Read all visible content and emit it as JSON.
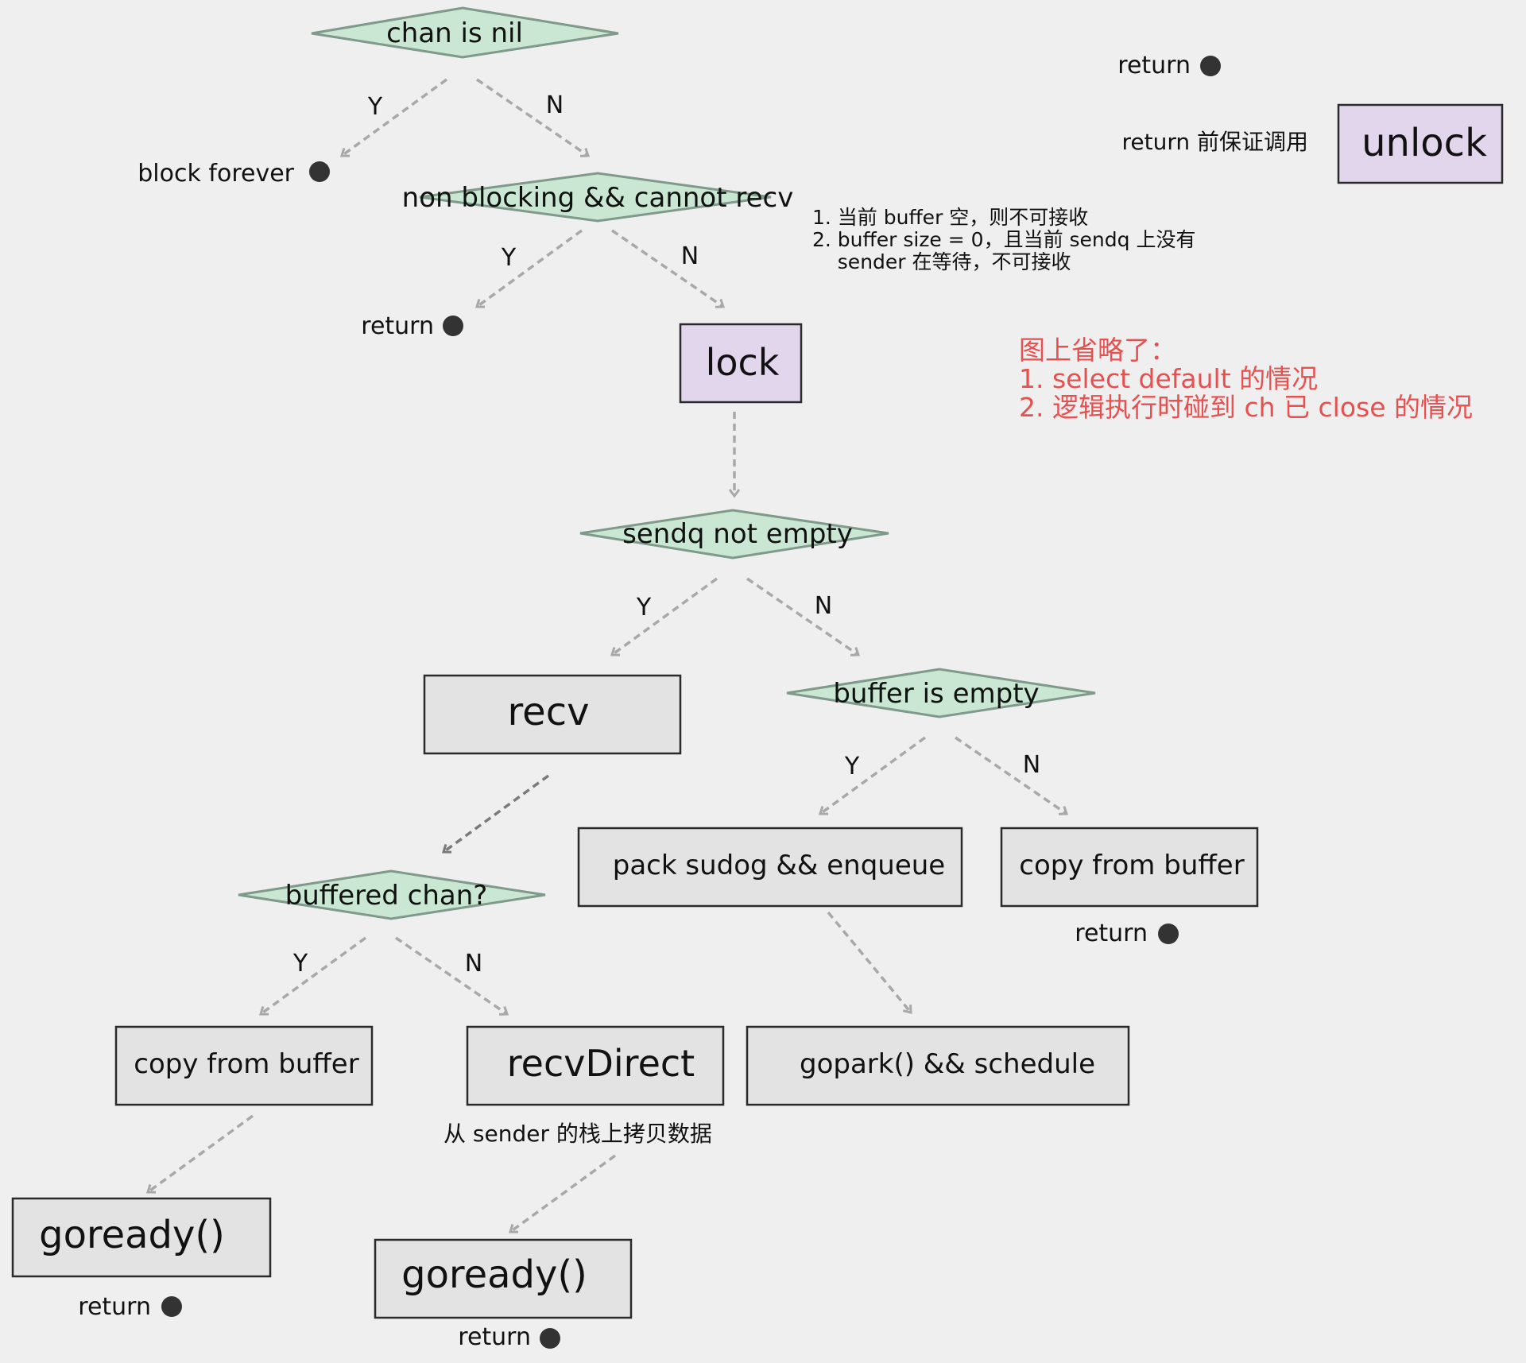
{
  "colors": {
    "background": "#efefef",
    "decision_fill": "#c9e7d2",
    "decision_stroke": "#7f9a8a",
    "process_fill": "#e3e3e3",
    "lock_fill": "#e1d6ec",
    "note_red": "#e8504f",
    "arrow": "#a8a8a8"
  },
  "decisions": {
    "chan_nil": "chan is nil",
    "non_blocking": "non blocking && cannot recv",
    "sendq": "sendq not empty",
    "buffer_empty": "buffer is empty",
    "buffered_chan": "buffered chan?"
  },
  "boxes": {
    "lock": "lock",
    "unlock": "unlock",
    "recv": "recv",
    "pack_sudog": "pack sudog && enqueue",
    "copy_from_buffer_right": "copy from buffer",
    "copy_from_buffer_left": "copy from buffer",
    "recv_direct": "recvDirect",
    "gopark": "gopark() && schedule",
    "goready_left": "goready()",
    "goready_center": "goready()"
  },
  "labels": {
    "yes": "Y",
    "no": "N",
    "block_forever": "block forever",
    "return": "return",
    "return_unlock": "return 前保证调用",
    "recv_direct_note": "从 sender 的栈上拷贝数据"
  },
  "notes": {
    "cannot_recv": [
      "1. 当前 buffer 空，则不可接收",
      "2. buffer size = 0，且当前 sendq 上没有",
      "    sender 在等待，不可接收"
    ],
    "omitted": [
      "图上省略了：",
      "1. select default 的情况",
      "2. 逻辑执行时碰到 ch 已 close 的情况"
    ]
  }
}
